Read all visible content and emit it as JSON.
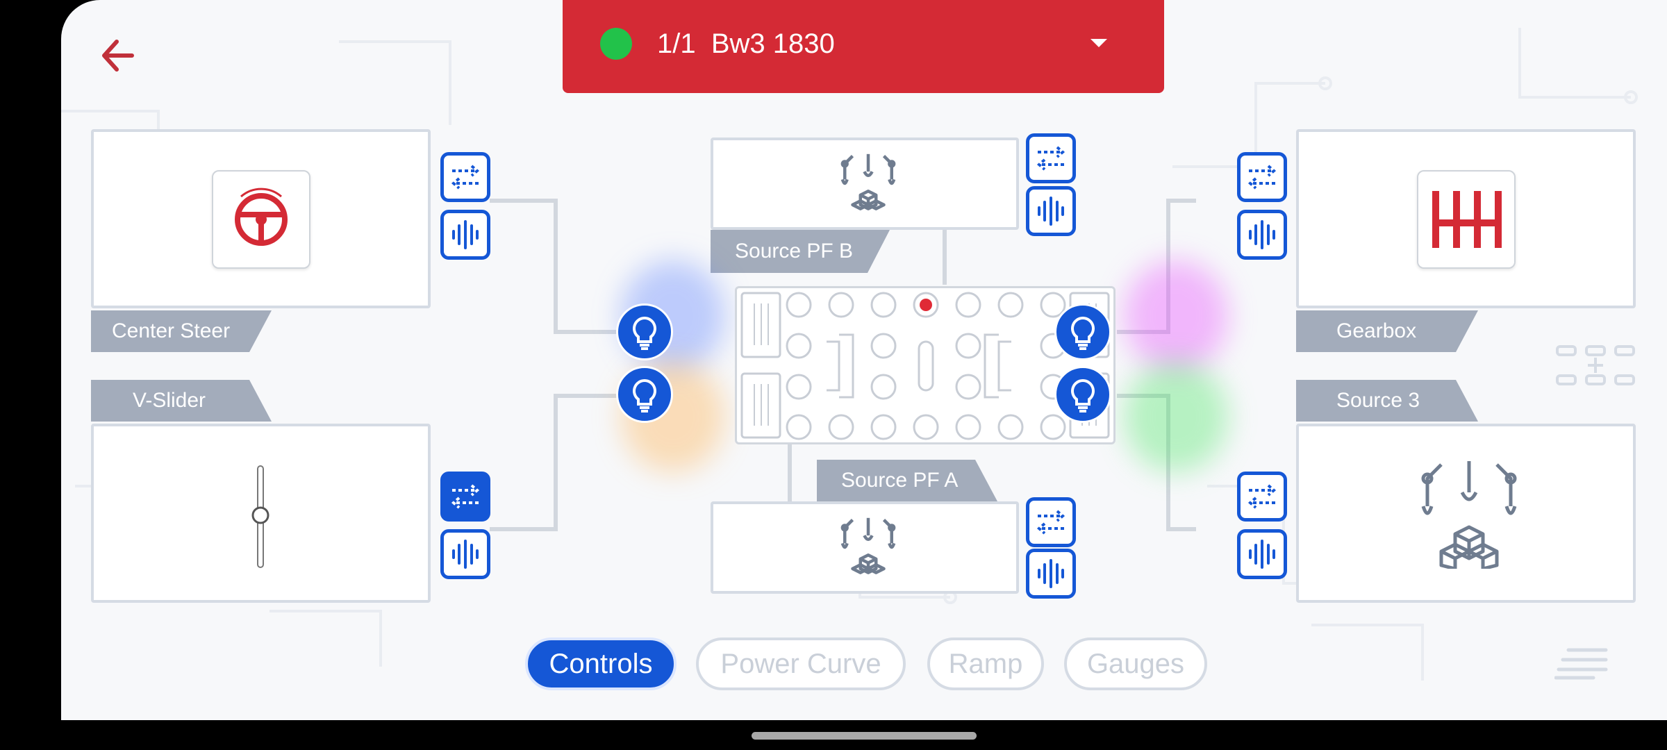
{
  "device": {
    "index": "1/1",
    "name": "Bw3 1830",
    "status_color": "#22c24a",
    "header_color": "#d42a35"
  },
  "controls": {
    "center_steer": {
      "label": "Center Steer",
      "icon": "steering-wheel-icon"
    },
    "v_slider": {
      "label": "V-Slider",
      "icon": "vertical-slider-icon"
    },
    "gearbox": {
      "label": "Gearbox",
      "icon": "gear-shifter-icon"
    },
    "source_3": {
      "label": "Source 3",
      "icon": "robot-arms-cubes-icon"
    },
    "source_pf_b": {
      "label": "Source PF B",
      "icon": "robot-arms-cubes-icon"
    },
    "source_pf_a": {
      "label": "Source PF A",
      "icon": "robot-arms-cubes-icon"
    }
  },
  "tabs": [
    {
      "label": "Controls",
      "active": true
    },
    {
      "label": "Power Curve",
      "active": false
    },
    {
      "label": "Ramp",
      "active": false
    },
    {
      "label": "Gauges",
      "active": false
    }
  ],
  "colors": {
    "accent": "#1557d6",
    "header": "#d42a35",
    "tag": "#a3acbb",
    "line": "#d5dbe4"
  }
}
